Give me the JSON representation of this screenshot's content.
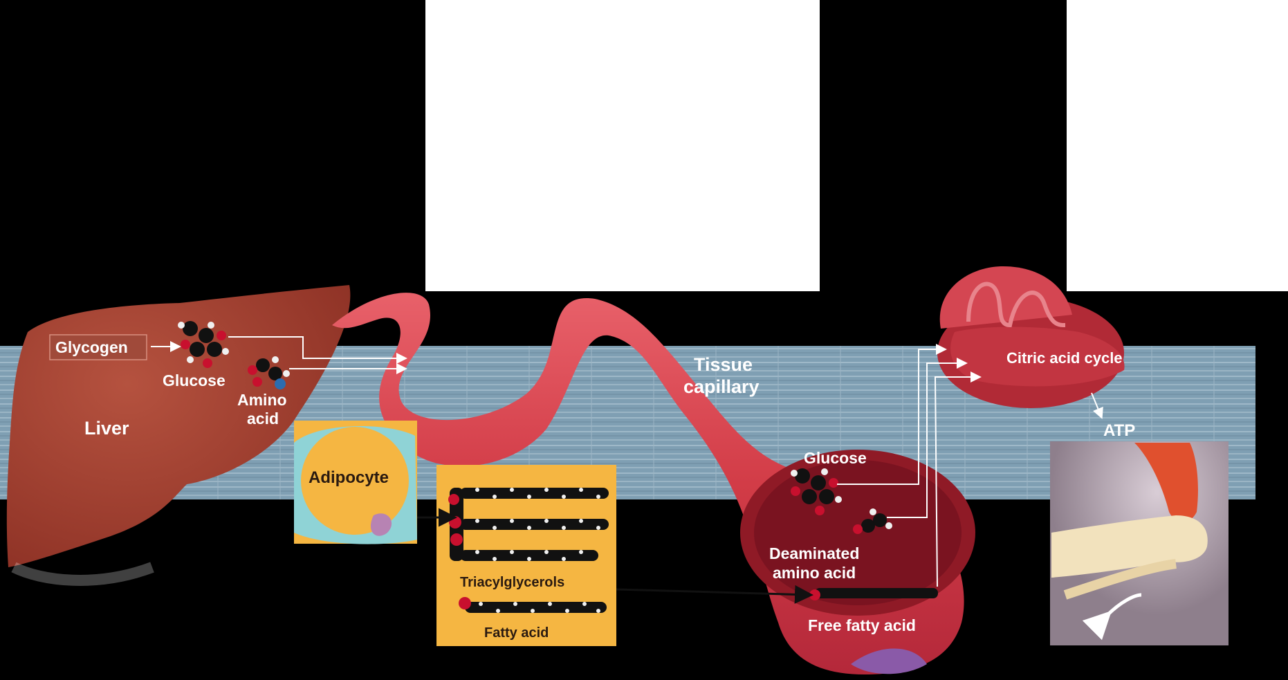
{
  "labels": {
    "glycogen": "Glycogen",
    "glucose_liver": "Glucose",
    "amino_line1": "Amino",
    "amino_line2": "acid",
    "liver": "Liver",
    "adipocyte": "Adipocyte",
    "triacylglycerols": "Triacylglycerols",
    "fatty_acid": "Fatty acid",
    "tissue_line1": "Tissue",
    "tissue_line2": "capillary",
    "glucose_capillary": "Glucose",
    "deaminated_line1": "Deaminated",
    "deaminated_line2": "amino acid",
    "free_fatty_acid": "Free fatty acid",
    "citric_acid_cycle": "Citric acid cycle",
    "atp": "ATP"
  },
  "colors": {
    "background": "#000000",
    "liver": "#9e3a2c",
    "vessel": "#d9404a",
    "vessel_dark": "#8f1a26",
    "muscle_fiber": "#7f9fb3",
    "adipocyte_bg": "#f5b642",
    "adipocyte_cell": "#8fd3d6",
    "mitochondrion": "#c9323d",
    "carbon": "#111111",
    "hydrogen": "#f0f0f0",
    "oxygen": "#c8102e",
    "nitrogen": "#2b6cb0"
  }
}
